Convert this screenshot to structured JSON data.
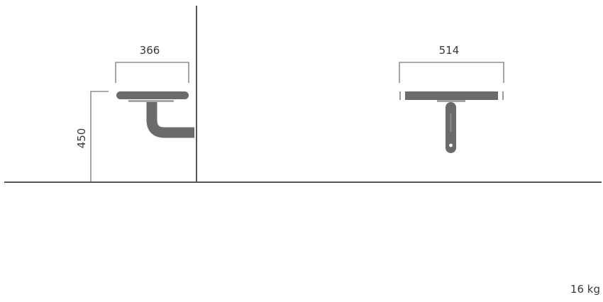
{
  "dimensions": {
    "side_depth": "366",
    "seat_height": "450",
    "front_width": "514"
  },
  "weight": "16 kg",
  "colors": {
    "line": "#555555",
    "seat": "#6b6b6b",
    "dim_line": "#777777",
    "text": "#3a3a3a"
  }
}
